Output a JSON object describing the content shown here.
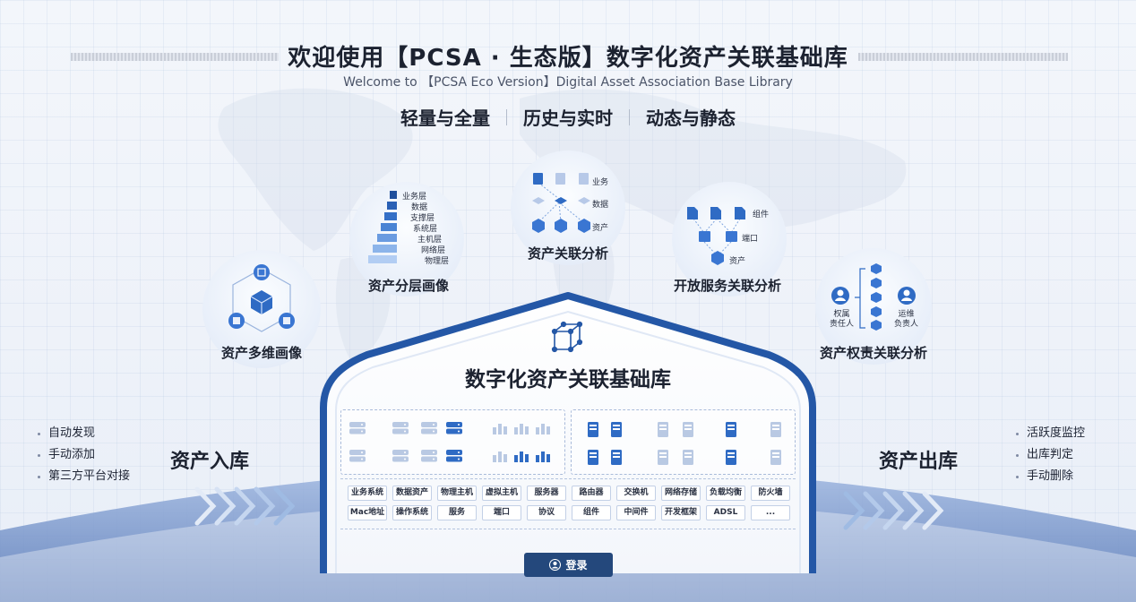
{
  "header": {
    "title": "欢迎使用【PCSA · 生态版】数字化资产关联基础库",
    "subtitle": "Welcome to 【PCSA Eco Version】Digital Asset Association Base Library",
    "taglines": [
      "轻量与全量",
      "历史与实时",
      "动态与静态"
    ]
  },
  "features": {
    "multi_profile": {
      "label": "资产多维画像"
    },
    "layer_profile": {
      "label": "资产分层画像",
      "layers": [
        "业务层",
        "数据",
        "支撑层",
        "系统层",
        "主机层",
        "网络层",
        "物理层"
      ]
    },
    "relation_analysis": {
      "label": "资产关联分析",
      "rows": [
        "业务",
        "数据",
        "资产"
      ]
    },
    "open_service": {
      "label": "开放服务关联分析",
      "rows": [
        "组件",
        "端口",
        "资产"
      ]
    },
    "ownership": {
      "label": "资产权责关联分析",
      "left": "权属\n责任人",
      "right": "运维\n负责人"
    }
  },
  "center": {
    "title": "数字化资产关联基础库",
    "tags_row1": [
      "业务系统",
      "数据资产",
      "物理主机",
      "虚拟主机",
      "服务器",
      "路由器",
      "交换机",
      "网络存储",
      "负载均衡",
      "防火墙"
    ],
    "tags_row2": [
      "Mac地址",
      "操作系统",
      "服务",
      "端口",
      "协议",
      "组件",
      "中间件",
      "开发框架",
      "ADSL",
      "..."
    ],
    "login_label": "登录"
  },
  "left_side": {
    "title": "资产入库",
    "items": [
      "自动发现",
      "手动添加",
      "第三方平台对接"
    ]
  },
  "right_side": {
    "title": "资产出库",
    "items": [
      "活跃度监控",
      "出库判定",
      "手动删除"
    ]
  },
  "colors": {
    "accent": "#2f6bc4",
    "dark_blue": "#24487c",
    "text": "#1c2230"
  }
}
